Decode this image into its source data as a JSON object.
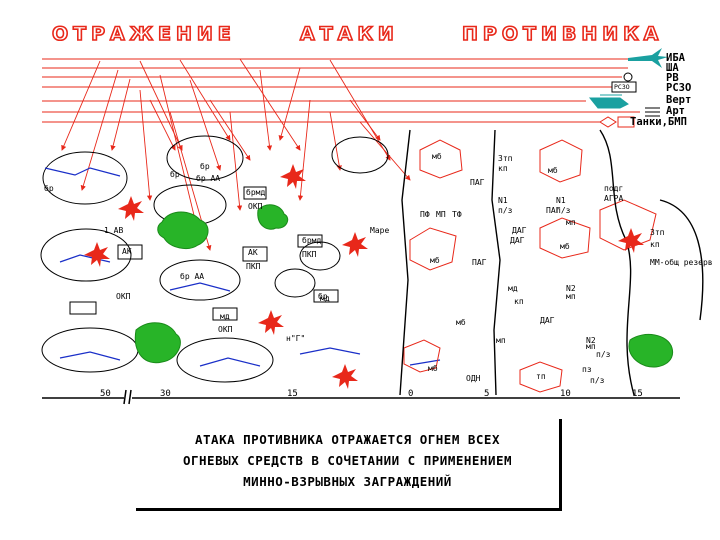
{
  "title_words": [
    "ОТРАЖЕНИЕ",
    "АТАКИ",
    "ПРОТИВНИКА"
  ],
  "legend": [
    "ИБА",
    "ША",
    "РВ",
    "РСЗО",
    "Верт",
    "Арт",
    "Танки,БМП"
  ],
  "legend_icon_labels": [
    "РСЗО"
  ],
  "scale_labels": [
    "50",
    "30",
    "15",
    "0",
    "5",
    "10",
    "15"
  ],
  "note_lines": [
    "АТАКА ПРОТИВНИКА ОТРАЖАЕТСЯ ОГНЕМ ВСЕХ",
    "ОГНЕВЫХ СРЕДСТВ В СОЧЕТАНИИ С ПРИМЕНЕНИЕМ",
    "МИННО-ВЗРЫВНЫХ ЗАГРАЖДЕНИЙ"
  ],
  "unit_labels": [
    "бр",
    "бр",
    "1 АВ",
    "АК",
    "ОКП",
    "бр АА",
    "бр АА",
    "бр",
    "брмд",
    "ОКП",
    "АК",
    "ПКП",
    "брмд",
    "ПКП",
    "бр",
    "Маре",
    "мд",
    "мд",
    "ОКП",
    "н\"Г\"",
    "мб",
    "мб",
    "мб",
    "мб",
    "мб",
    "мб",
    "ПАГ",
    "ПАГ",
    "ПАГ",
    "ДАГ",
    "ДАГ",
    "ДАГ",
    "Зтп",
    "кп",
    "N1",
    "N1",
    "п/з",
    "п/з",
    "мд",
    "кп",
    "N2",
    "мп",
    "пз",
    "п/з",
    "тп",
    "мп",
    "мп",
    "N2",
    "п/з",
    "ОДН",
    "Зтп",
    "кп",
    "подг",
    "АГРА",
    "мп",
    "ММ-общ резерв",
    "ПФ",
    "МП",
    "ТФ"
  ],
  "colors": {
    "title": "#e8281a",
    "arrows": "#e8281a",
    "units": "#000000",
    "units_blue": "#1a2fc8",
    "zones": "#28b428",
    "friendly_pos": "#e8281a",
    "legend_icons": "#1aa0a0"
  }
}
